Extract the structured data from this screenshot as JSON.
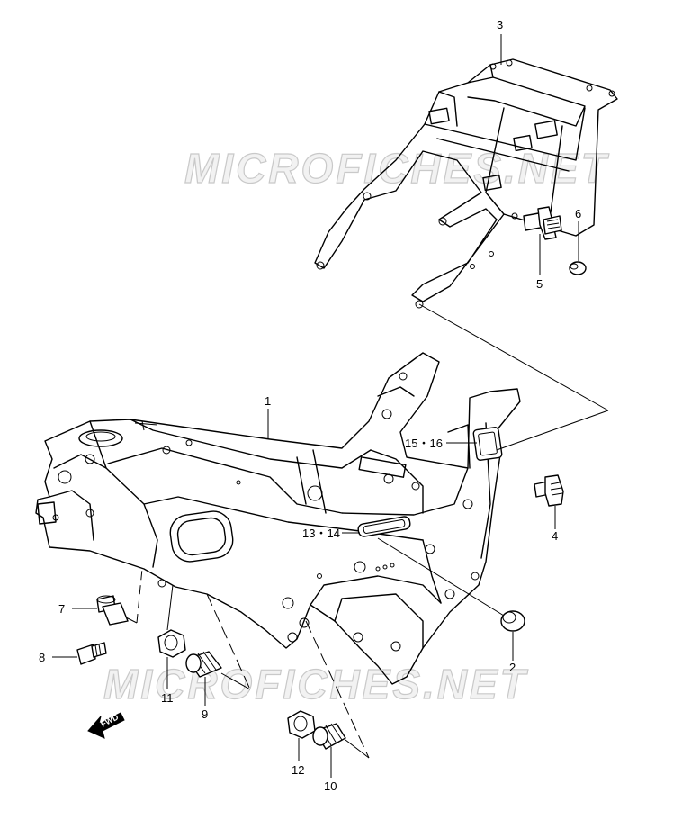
{
  "watermarks": [
    "MICROFICHES.NET",
    "MICROFICHES.NET"
  ],
  "direction_tag": "FWD",
  "callouts": {
    "c1": "1",
    "c2": "2",
    "c3": "3",
    "c4": "4",
    "c5": "5",
    "c6": "6",
    "c7": "7",
    "c8": "8",
    "c9": "9",
    "c10": "10",
    "c11": "11",
    "c12": "12",
    "c13_14": "13・14",
    "c15_16": "15・16"
  }
}
